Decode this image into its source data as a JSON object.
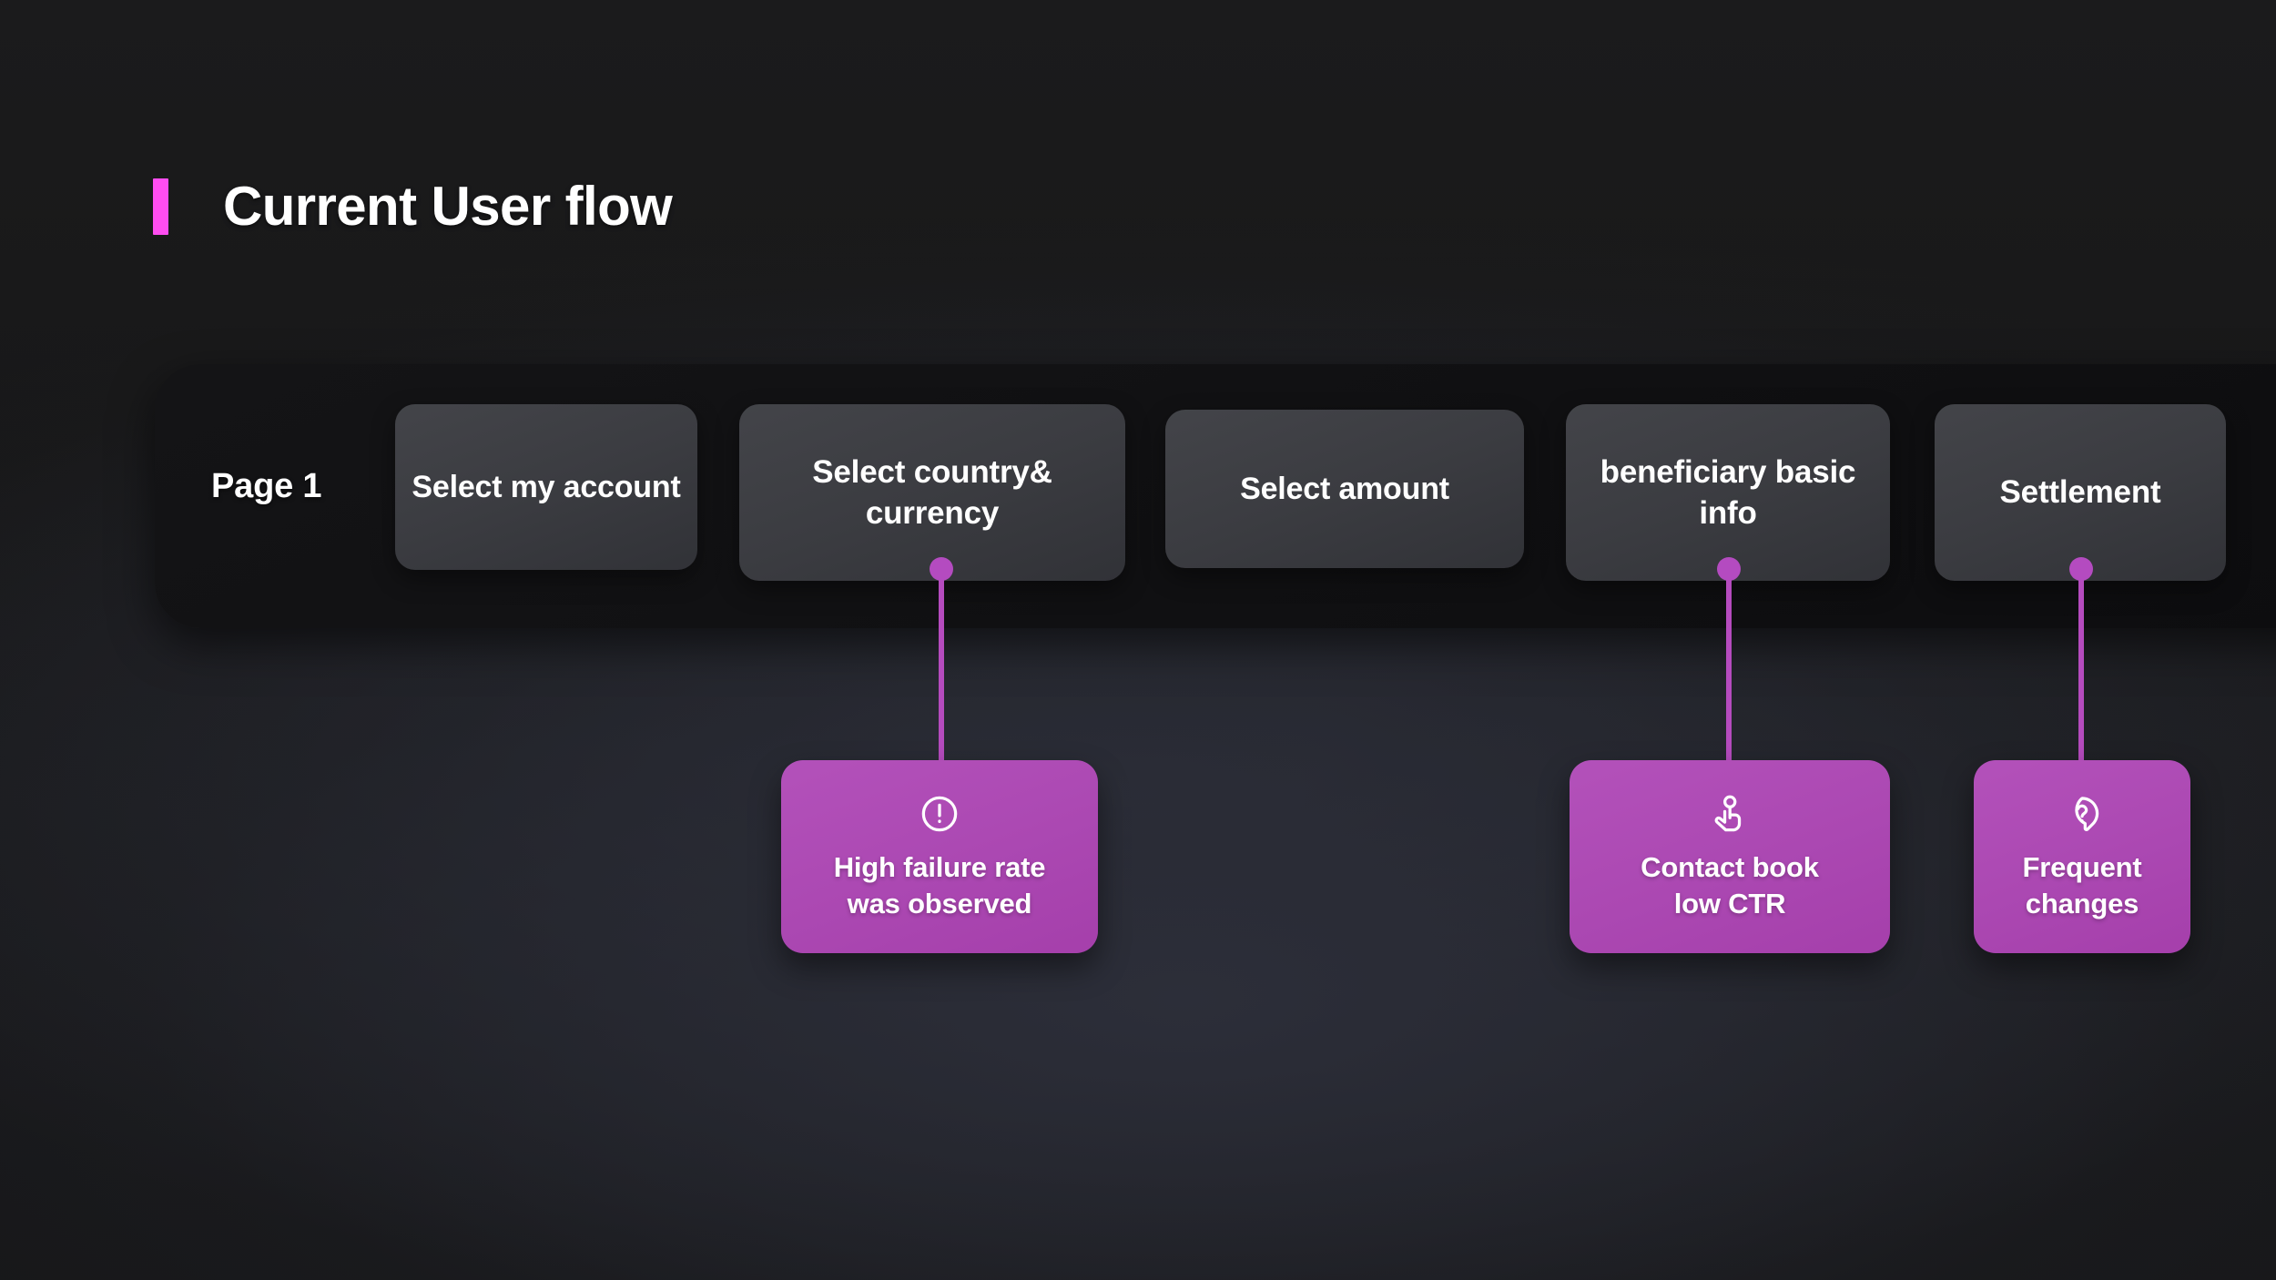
{
  "header": {
    "title": "Current User flow",
    "accent_color": "#FF4DF0"
  },
  "flow": {
    "page_label": "Page 1",
    "panel_color": "#101012",
    "card_color": "#3b3c41",
    "steps": [
      {
        "label": "Select my account"
      },
      {
        "label": "Select country& currency"
      },
      {
        "label": "Select amount"
      },
      {
        "label": "beneficiary basic info"
      },
      {
        "label": "Settlement"
      }
    ]
  },
  "callouts": [
    {
      "icon": "exclamation-circle-icon",
      "line1": "High failure rate",
      "line2": "was observed",
      "connects_to": "Select country& currency"
    },
    {
      "icon": "tap-hand-icon",
      "line1": "Contact book",
      "line2": "low CTR",
      "connects_to": "beneficiary basic info"
    },
    {
      "icon": "question-bubble-icon",
      "line1": "Frequent",
      "line2": "changes",
      "connects_to": "Settlement"
    }
  ],
  "colors": {
    "accent_magenta": "#FF4DF0",
    "callout_purple": "#AE49B4",
    "connector_purple": "#B44BC0",
    "background": "#171718"
  }
}
